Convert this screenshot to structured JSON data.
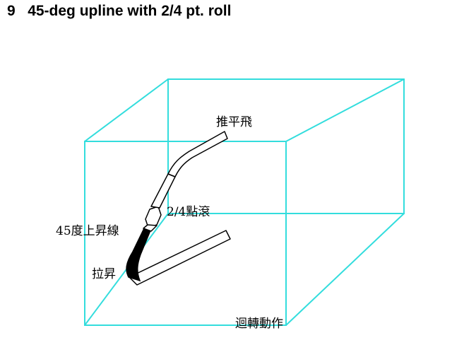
{
  "figure": {
    "number": "9",
    "title": "45-deg upline with 2/4 pt. roll"
  },
  "colors": {
    "box_edge": "#33dddd",
    "path_outline": "#000000",
    "roll_fill": "#000000"
  },
  "labels": {
    "push_level_flight": "推平飛",
    "point_roll": "2/4點滾",
    "upline_45": "45度上昇線",
    "pull_up": "拉昇",
    "turnaround": "迴轉動作"
  }
}
